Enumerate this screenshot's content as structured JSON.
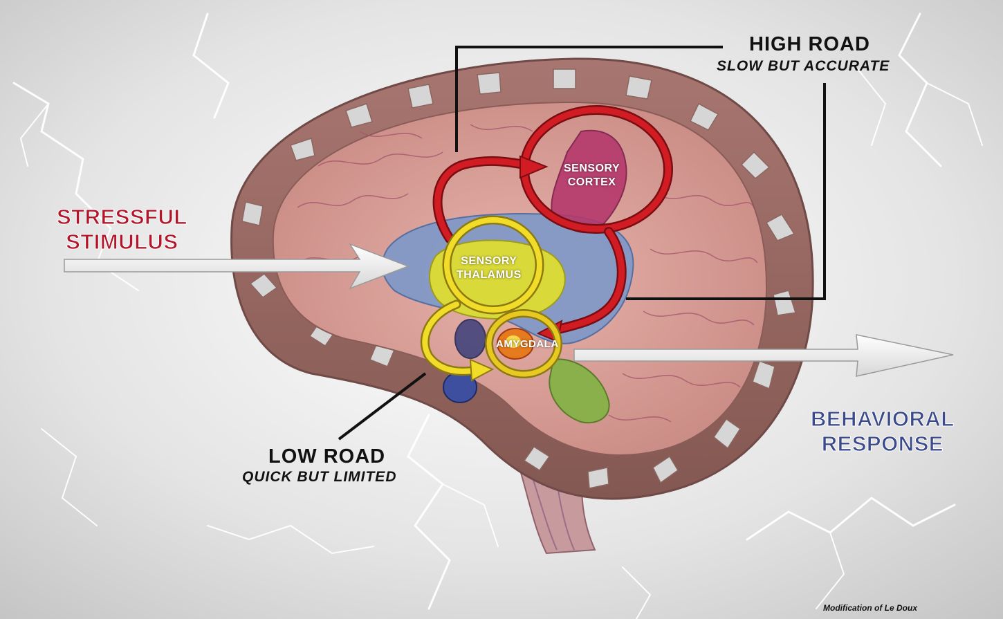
{
  "labels": {
    "stimulus_line1": "STRESSFUL",
    "stimulus_line2": "STIMULUS",
    "high_road": "HIGH ROAD",
    "high_road_sub": "SLOW BUT ACCURATE",
    "low_road": "LOW ROAD",
    "low_road_sub": "QUICK BUT LIMITED",
    "sensory_cortex_line1": "SENSORY",
    "sensory_cortex_line2": "CORTEX",
    "sensory_thalamus_line1": "SENSORY",
    "sensory_thalamus_line2": "THALAMUS",
    "amygdala": "AMYGDALA",
    "response_line1": "BEHAVIORAL",
    "response_line2": "RESPONSE",
    "credit": "Modification of Le Doux"
  },
  "colors": {
    "stimulus_text": "#b3162a",
    "response_text": "#3b4a8c",
    "high_road_loop": "#cc1a22",
    "low_road_loop": "#e6c81e",
    "thalamus": "#d9d93a",
    "brain_tissue": "#d49a94",
    "cortex_ring": "#9c6a64",
    "ventricle": "#7f99c8",
    "cortex_strip": "#b5386c"
  }
}
